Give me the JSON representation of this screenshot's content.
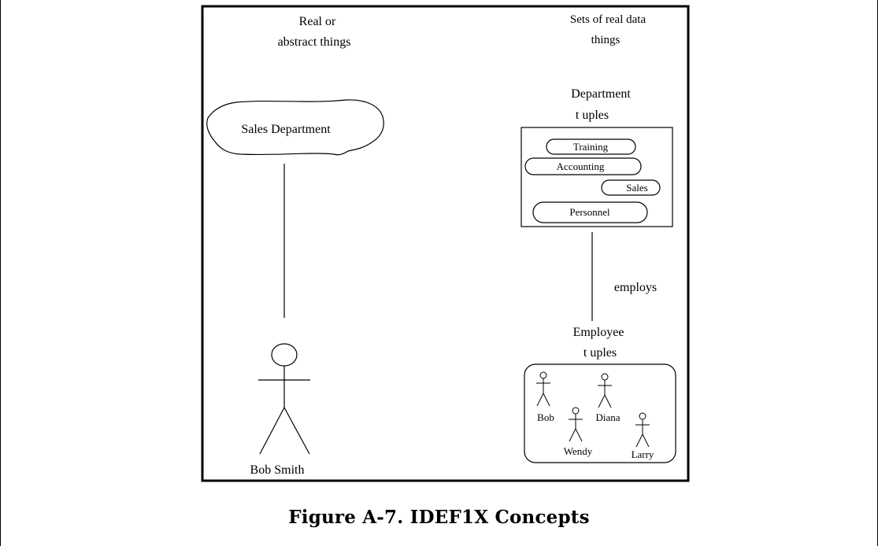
{
  "left_column": {
    "heading_line1": "Real  or",
    "heading_line2": "abstract things",
    "entity_label": "Sales Department",
    "person_label": "Bob Smith"
  },
  "right_column": {
    "heading_line1": "Sets  of real  data",
    "heading_line2": "things",
    "department_heading_line1": "Department",
    "department_heading_line2": "t uples",
    "department_tuples": [
      "Training",
      "Accounting",
      "Sales",
      "Personnel"
    ],
    "relationship_label": "employs",
    "employee_heading_line1": "Employee",
    "employee_heading_line2": "t uples",
    "employee_tuples": [
      "Bob",
      "Diana",
      "Wendy",
      "Larry"
    ]
  },
  "caption": "Figure A-7.  IDEF1X Concepts"
}
